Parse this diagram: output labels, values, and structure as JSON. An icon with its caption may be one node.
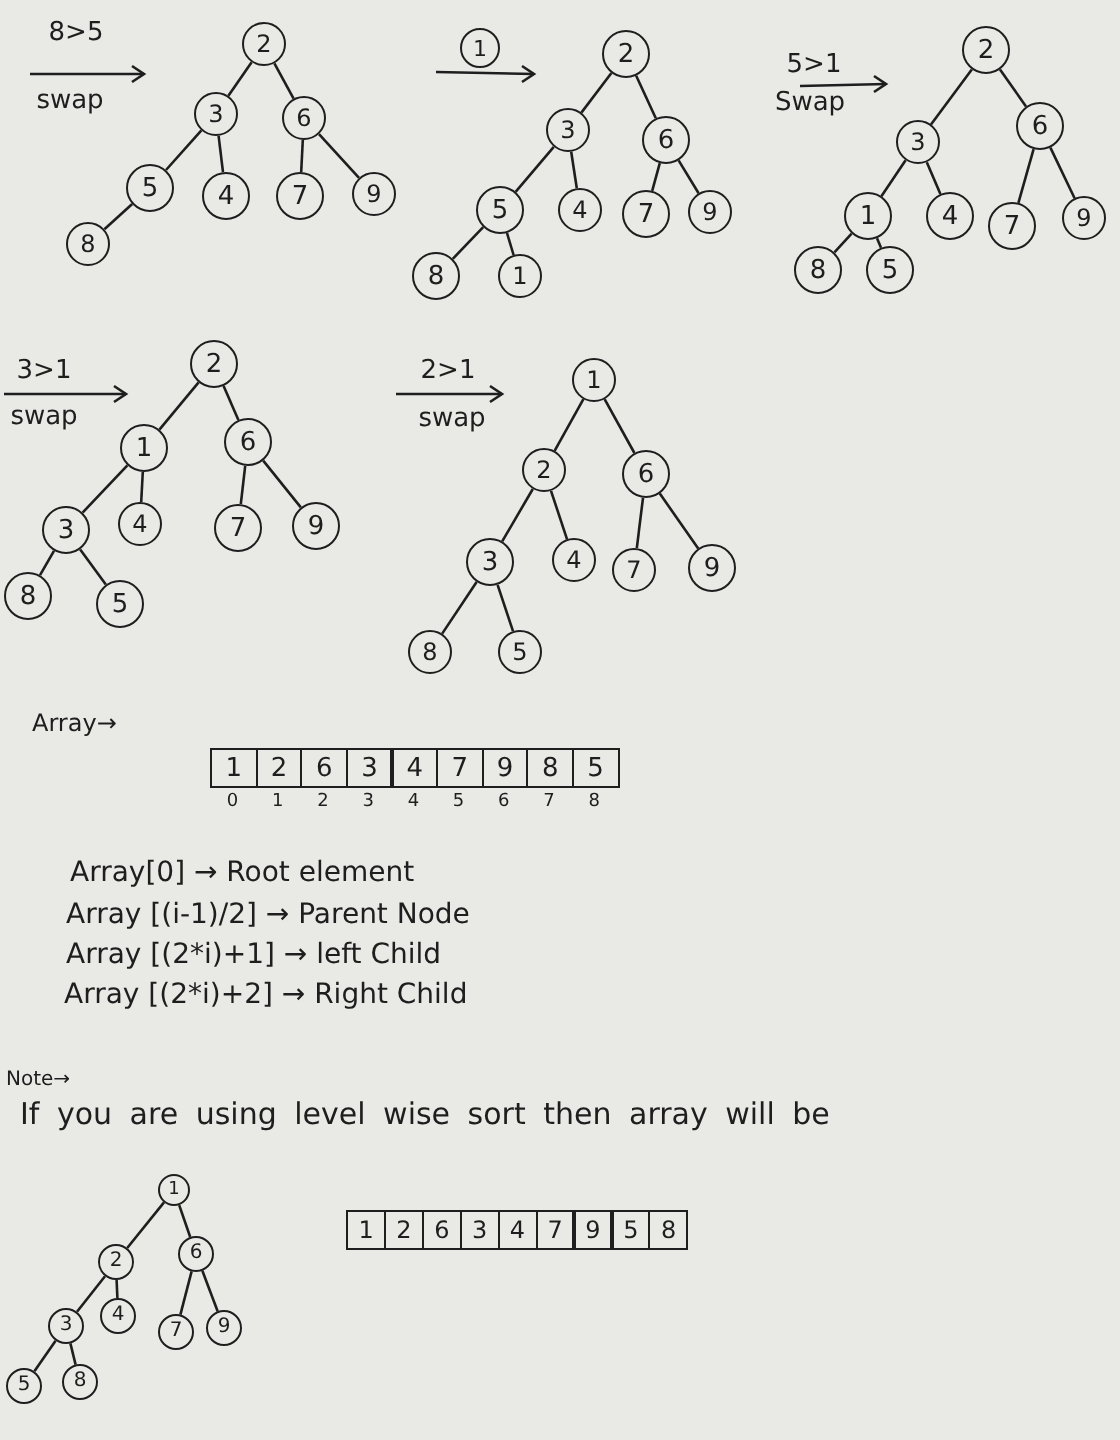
{
  "diagram": {
    "nodes": [
      {
        "text": [
          "2"
        ]
      },
      {
        "text": [
          "3"
        ]
      },
      {
        "text": [
          "6"
        ]
      },
      {
        "text": [
          "5"
        ]
      },
      {
        "text": [
          "4"
        ]
      },
      {
        "text": [
          "7"
        ]
      },
      {
        "text": [
          "9"
        ]
      },
      {
        "text": [
          "8"
        ]
      },
      {
        "text": [
          "1"
        ]
      },
      {
        "text": [
          "2"
        ]
      },
      {
        "text": [
          "3"
        ]
      },
      {
        "text": [
          "6"
        ]
      },
      {
        "text": [
          "5"
        ]
      },
      {
        "text": [
          "4"
        ]
      },
      {
        "text": [
          "7"
        ]
      },
      {
        "text": [
          "9"
        ]
      },
      {
        "text": [
          "8"
        ]
      },
      {
        "text": [
          "1"
        ]
      },
      {
        "text": [
          "2"
        ]
      },
      {
        "text": [
          "3"
        ]
      },
      {
        "text": [
          "6"
        ]
      },
      {
        "text": [
          "1"
        ]
      },
      {
        "text": [
          "4"
        ]
      },
      {
        "text": [
          "7"
        ]
      },
      {
        "text": [
          "9"
        ]
      },
      {
        "text": [
          "8"
        ]
      },
      {
        "text": [
          "5"
        ]
      },
      {
        "text": [
          "2"
        ]
      },
      {
        "text": [
          "1"
        ]
      },
      {
        "text": [
          "6"
        ]
      },
      {
        "text": [
          "3"
        ]
      },
      {
        "text": [
          "4"
        ]
      },
      {
        "text": [
          "7"
        ]
      },
      {
        "text": [
          "9"
        ]
      },
      {
        "text": [
          "8"
        ]
      },
      {
        "text": [
          "5"
        ]
      },
      {
        "text": [
          "1"
        ]
      },
      {
        "text": [
          "2"
        ]
      },
      {
        "text": [
          "6"
        ]
      },
      {
        "text": [
          "3"
        ]
      },
      {
        "text": [
          "4"
        ]
      },
      {
        "text": [
          "7"
        ]
      },
      {
        "text": [
          "9"
        ]
      },
      {
        "text": [
          "8"
        ]
      },
      {
        "text": [
          "5"
        ]
      },
      {
        "text": [
          "1"
        ]
      },
      {
        "text": [
          "2"
        ]
      },
      {
        "text": [
          "6"
        ]
      },
      {
        "text": [
          "3"
        ]
      },
      {
        "text": [
          "4"
        ]
      },
      {
        "text": [
          "7"
        ]
      },
      {
        "text": [
          "9"
        ]
      },
      {
        "text": [
          "5"
        ]
      },
      {
        "text": [
          "8"
        ]
      }
    ],
    "edges": [
      {
        "from": 0,
        "to": 1,
        "arrow": "none"
      },
      {
        "from": 0,
        "to": 2,
        "arrow": "none"
      },
      {
        "from": 1,
        "to": 3,
        "arrow": "none"
      },
      {
        "from": 1,
        "to": 4,
        "arrow": "none"
      },
      {
        "from": 2,
        "to": 5,
        "arrow": "none"
      },
      {
        "from": 2,
        "to": 6,
        "arrow": "none"
      },
      {
        "from": 3,
        "to": 7,
        "arrow": "none"
      },
      {
        "from": 9,
        "to": 10,
        "arrow": "none"
      },
      {
        "from": 9,
        "to": 11,
        "arrow": "none"
      },
      {
        "from": 10,
        "to": 12,
        "arrow": "none"
      },
      {
        "from": 10,
        "to": 13,
        "arrow": "none"
      },
      {
        "from": 11,
        "to": 14,
        "arrow": "none"
      },
      {
        "from": 11,
        "to": 15,
        "arrow": "none"
      },
      {
        "from": 12,
        "to": 16,
        "arrow": "none"
      },
      {
        "from": 12,
        "to": 17,
        "arrow": "none"
      },
      {
        "from": 18,
        "to": 19,
        "arrow": "none"
      },
      {
        "from": 18,
        "to": 20,
        "arrow": "none"
      },
      {
        "from": 19,
        "to": 21,
        "arrow": "none"
      },
      {
        "from": 19,
        "to": 22,
        "arrow": "none"
      },
      {
        "from": 20,
        "to": 23,
        "arrow": "none"
      },
      {
        "from": 20,
        "to": 24,
        "arrow": "none"
      },
      {
        "from": 21,
        "to": 25,
        "arrow": "none"
      },
      {
        "from": 21,
        "to": 26,
        "arrow": "none"
      },
      {
        "from": 27,
        "to": 28,
        "arrow": "none"
      },
      {
        "from": 27,
        "to": 29,
        "arrow": "none"
      },
      {
        "from": 28,
        "to": 30,
        "arrow": "none"
      },
      {
        "from": 28,
        "to": 31,
        "arrow": "none"
      },
      {
        "from": 29,
        "to": 32,
        "arrow": "none"
      },
      {
        "from": 29,
        "to": 33,
        "arrow": "none"
      },
      {
        "from": 30,
        "to": 34,
        "arrow": "none"
      },
      {
        "from": 30,
        "to": 35,
        "arrow": "none"
      },
      {
        "from": 36,
        "to": 37,
        "arrow": "none"
      },
      {
        "from": 36,
        "to": 38,
        "arrow": "none"
      },
      {
        "from": 37,
        "to": 39,
        "arrow": "none"
      },
      {
        "from": 37,
        "to": 40,
        "arrow": "none"
      },
      {
        "from": 38,
        "to": 41,
        "arrow": "none"
      },
      {
        "from": 38,
        "to": 42,
        "arrow": "none"
      },
      {
        "from": 39,
        "to": 43,
        "arrow": "none"
      },
      {
        "from": 39,
        "to": 44,
        "arrow": "none"
      },
      {
        "from": 45,
        "to": 46,
        "arrow": "none"
      },
      {
        "from": 45,
        "to": 47,
        "arrow": "none"
      },
      {
        "from": 46,
        "to": 48,
        "arrow": "none"
      },
      {
        "from": 46,
        "to": 49,
        "arrow": "none"
      },
      {
        "from": 47,
        "to": 50,
        "arrow": "none"
      },
      {
        "from": 47,
        "to": 51,
        "arrow": "none"
      },
      {
        "from": 48,
        "to": 52,
        "arrow": "none"
      },
      {
        "from": 48,
        "to": 53,
        "arrow": "none"
      }
    ],
    "labels": [
      "8>5",
      "swap",
      "5>1",
      "Swap",
      "3>1",
      "swap",
      "2>1",
      "swap",
      "Array→",
      "1",
      "2",
      "6",
      "3",
      "4",
      "7",
      "9",
      "8",
      "5",
      "0",
      "1",
      "2",
      "3",
      "4",
      "5",
      "6",
      "7",
      "8",
      "Array[0] → Root element",
      "Array [(i-1)/2] → Parent Node",
      "Array [(2*i)+1] → left Child",
      "Array [(2*i)+2] → Right Child",
      "Note→",
      "If you are using level wise sort then array will be",
      "1",
      "2",
      "6",
      "3",
      "4",
      "7",
      "9",
      "5",
      "8"
    ]
  }
}
